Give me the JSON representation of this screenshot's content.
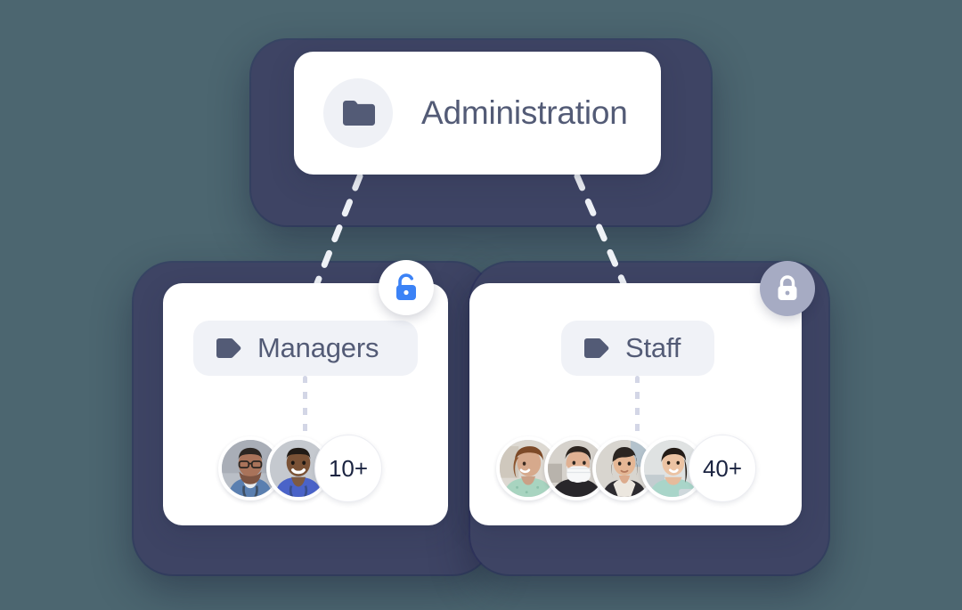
{
  "page": {
    "background_color": "#4c6670",
    "backdrop_color": "#3e4464"
  },
  "root_node": {
    "title": "Administration",
    "icon": "folder-icon",
    "icon_circle_color": "#eff1f6",
    "text_color": "#535b76"
  },
  "groups": [
    {
      "id": "managers",
      "label": "Managers",
      "icon": "tag-icon",
      "lock": {
        "state": "unlocked",
        "icon": "unlock-icon",
        "badge_color": "#ffffff",
        "glyph_color": "#3b82f6"
      },
      "members_count_label": "10+",
      "avatars": [
        {
          "name": "avatar-manager-1",
          "alt": "doctor with glasses and stethoscope"
        },
        {
          "name": "avatar-manager-2",
          "alt": "smiling doctor in blue scrubs"
        }
      ]
    },
    {
      "id": "staff",
      "label": "Staff",
      "icon": "tag-icon",
      "lock": {
        "state": "locked",
        "icon": "lock-icon",
        "badge_color": "#a6abc3",
        "glyph_color": "#ffffff"
      },
      "members_count_label": "40+",
      "avatars": [
        {
          "name": "avatar-staff-1",
          "alt": "woman in green gown"
        },
        {
          "name": "avatar-staff-2",
          "alt": "person wearing face mask"
        },
        {
          "name": "avatar-staff-3",
          "alt": "woman with dark bob haircut"
        },
        {
          "name": "avatar-staff-4",
          "alt": "woman in teal turtleneck"
        }
      ]
    }
  ],
  "connectors": {
    "style": "dashed",
    "color": "#eef1f6"
  }
}
